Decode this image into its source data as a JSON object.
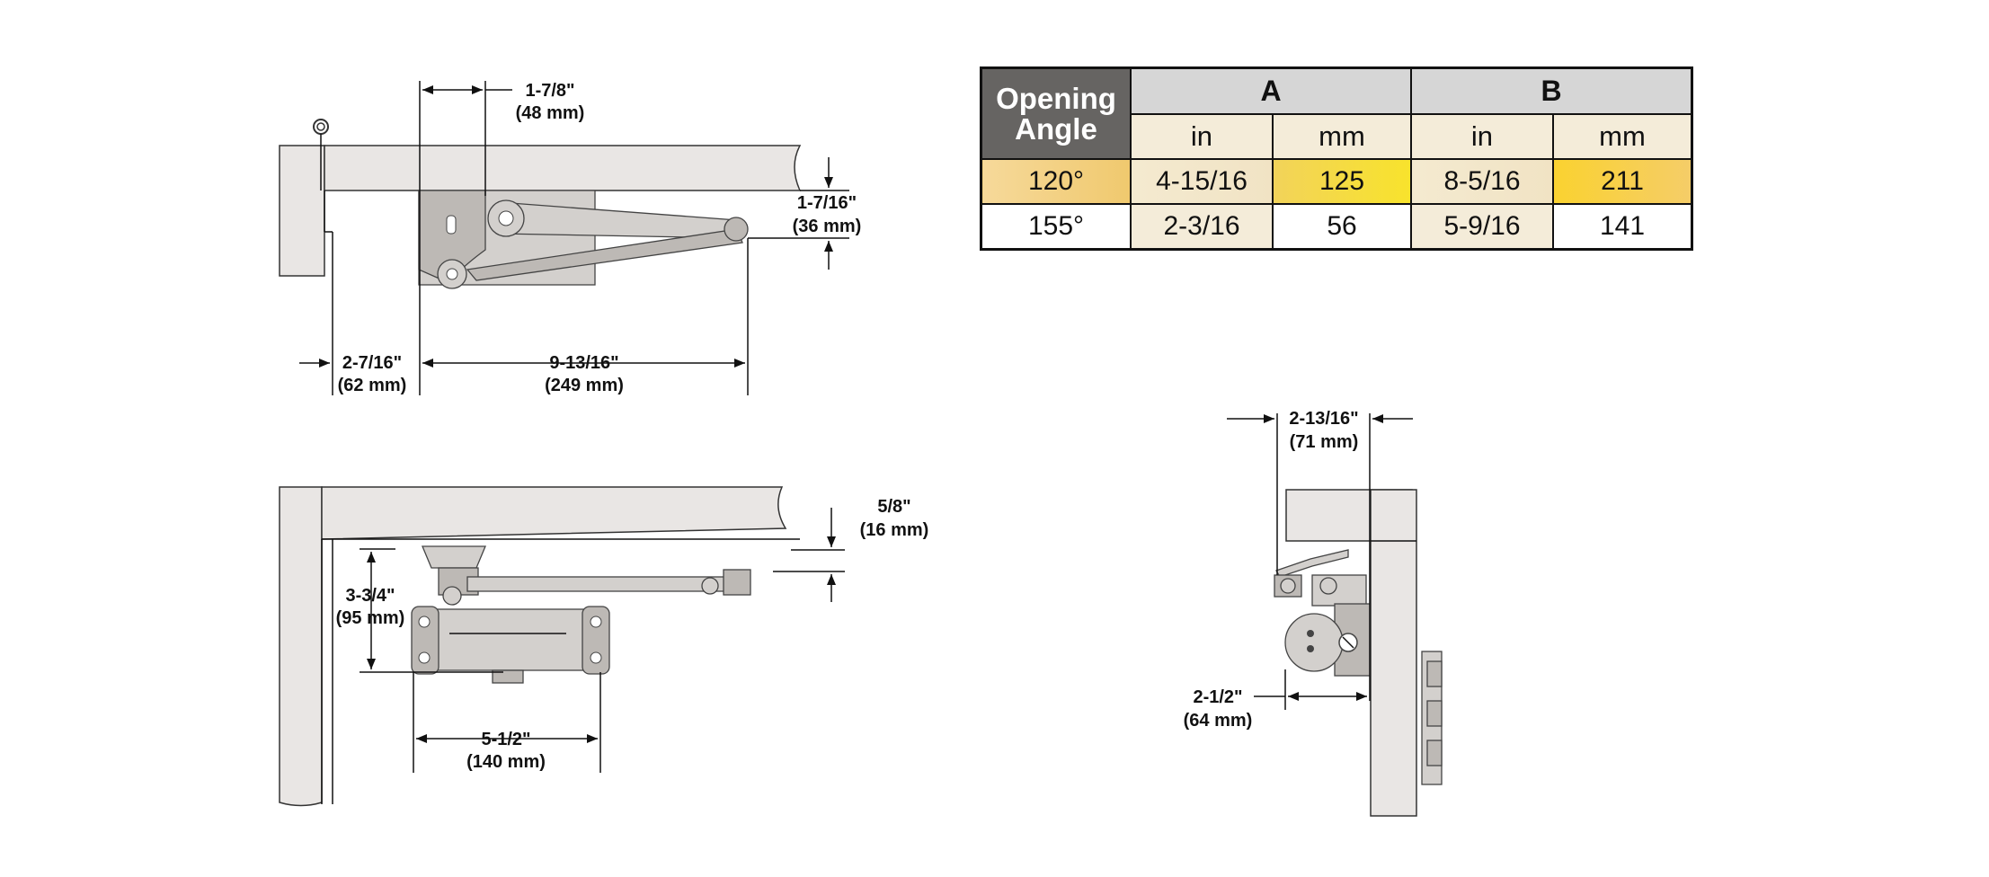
{
  "table": {
    "corner_label": "Opening Angle",
    "group_a": "A",
    "group_b": "B",
    "units": [
      "in",
      "mm",
      "in",
      "mm"
    ],
    "rows": [
      {
        "angle": "120°",
        "a_in": "4-15/16",
        "a_mm": "125",
        "b_in": "8-5/16",
        "b_mm": "211"
      },
      {
        "angle": "155°",
        "a_in": "2-3/16",
        "a_mm": "56",
        "b_in": "5-9/16",
        "b_mm": "141"
      }
    ]
  },
  "view_top": {
    "dim_offset": {
      "in": "1-7/8\"",
      "mm": "(48 mm)"
    },
    "dim_arm": {
      "in": "1-7/16\"",
      "mm": "(36 mm)"
    },
    "dim_left": {
      "in": "2-7/16\"",
      "mm": "(62 mm)"
    },
    "dim_span": {
      "in": "9-13/16\"",
      "mm": "(249 mm)"
    }
  },
  "view_front": {
    "dim_drop": {
      "in": "5/8\"",
      "mm": "(16 mm)"
    },
    "dim_height": {
      "in": "3-3/4\"",
      "mm": "(95 mm)"
    },
    "dim_width": {
      "in": "5-1/2\"",
      "mm": "(140 mm)"
    }
  },
  "view_side": {
    "dim_top": {
      "in": "2-13/16\"",
      "mm": "(71 mm)"
    },
    "dim_depth": {
      "in": "2-1/2\"",
      "mm": "(64 mm)"
    }
  },
  "colors": {
    "header_dark": "#666462",
    "header_gray": "#d6d6d6",
    "cream": "#f4ecd9",
    "highlight_yellow": "#f8e32c",
    "highlight_orange": "#f0c96e"
  }
}
